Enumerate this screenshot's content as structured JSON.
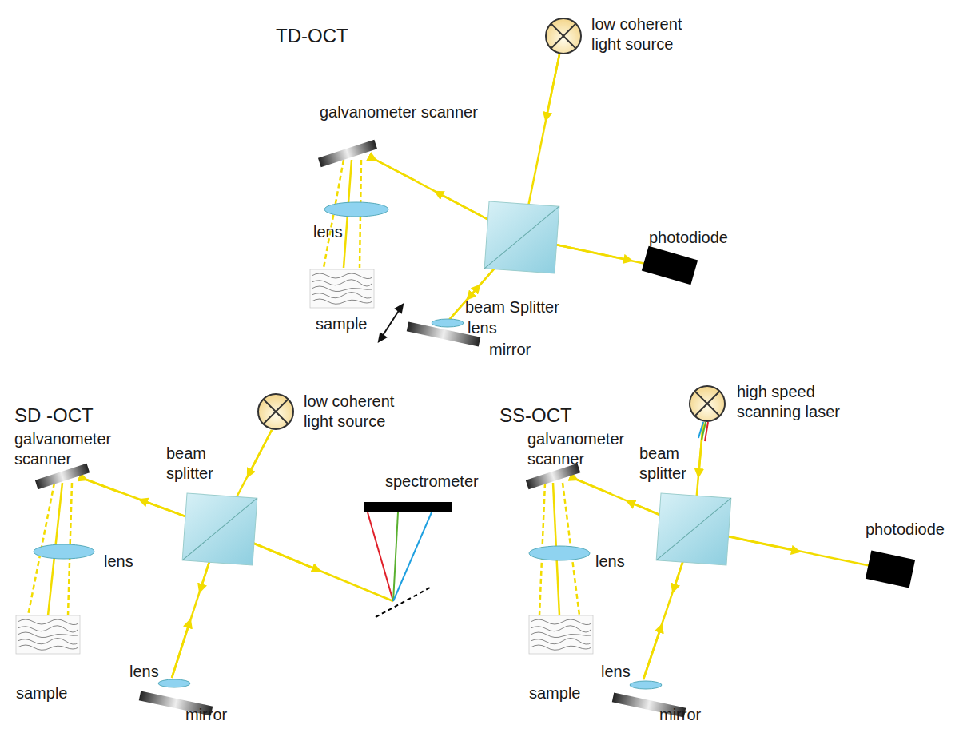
{
  "diagram": {
    "labels": [
      "TD-OCT",
      "low coherent light source",
      "galvanometer scanner",
      "lens",
      "photodiode",
      "beam Splitter",
      "sample",
      "lens",
      "mirror",
      "SD -OCT",
      "low coherent light source",
      "galvanometer scanner",
      "beam splitter",
      "spectrometer",
      "lens",
      "sample",
      "lens",
      "mirror",
      "SS-OCT",
      "high speed scanning laser",
      "galvanometer scanner",
      "beam splitter",
      "photodiode",
      "lens",
      "sample",
      "lens",
      "mirror"
    ]
  }
}
